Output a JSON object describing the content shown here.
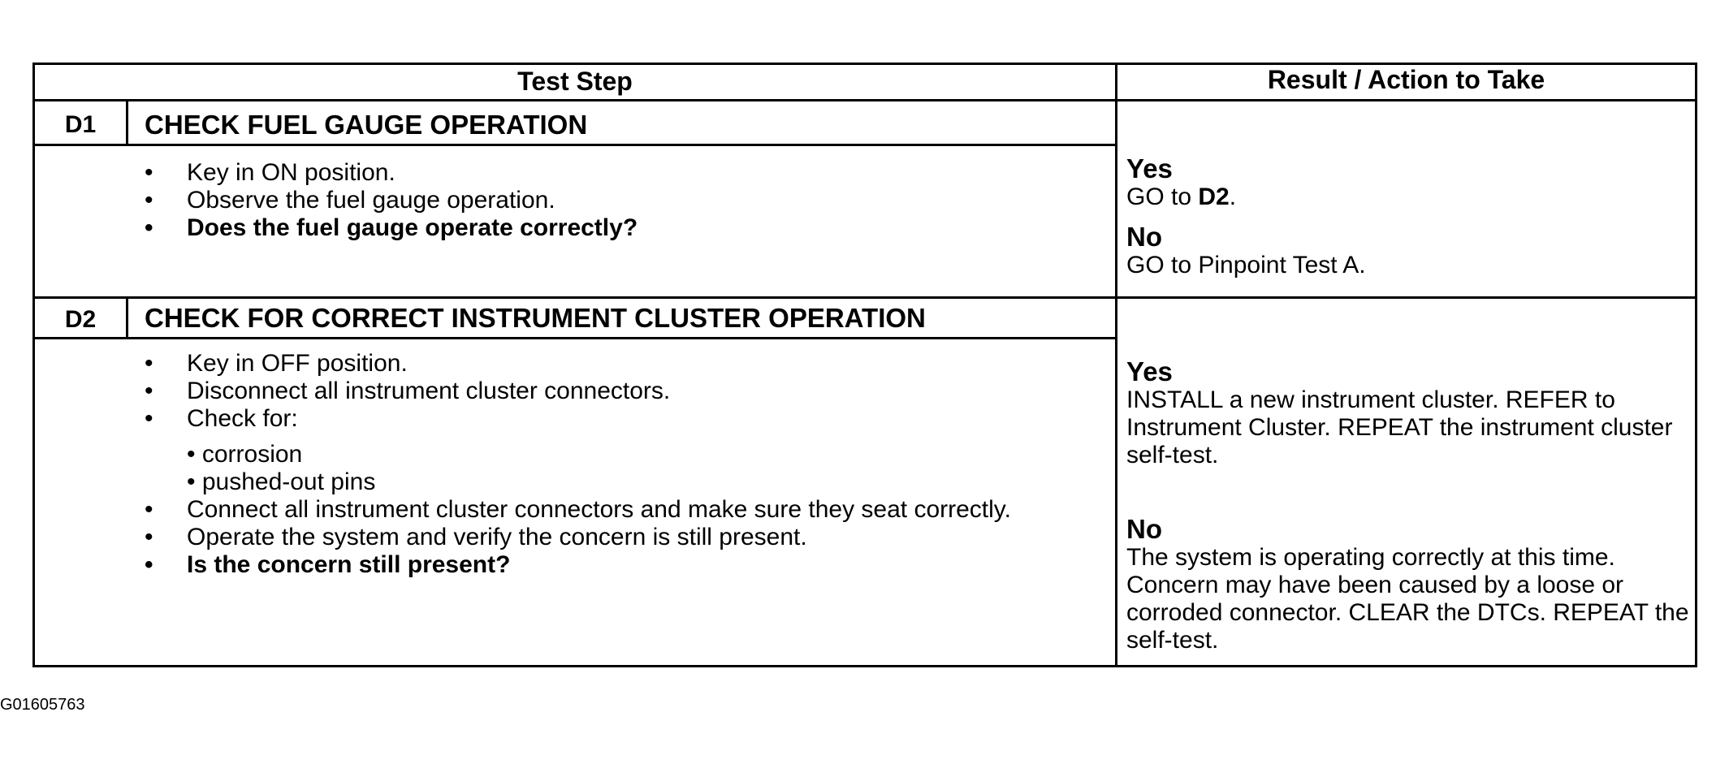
{
  "table": {
    "header": {
      "test_step": "Test Step",
      "result_action": "Result / Action to Take"
    },
    "steps": [
      {
        "id": "D1",
        "title": "CHECK FUEL GAUGE OPERATION",
        "bullets": [
          "Key in ON position.",
          "Observe the fuel gauge operation.",
          "Does the fuel gauge operate correctly?"
        ],
        "result": {
          "yes_label": "Yes",
          "yes_text_prefix": "GO to ",
          "yes_text_bold": "D2",
          "yes_text_suffix": ".",
          "no_label": "No",
          "no_text": "GO to Pinpoint Test A."
        }
      },
      {
        "id": "D2",
        "title": "CHECK FOR CORRECT INSTRUMENT CLUSTER OPERATION",
        "bullets": [
          "Key in OFF position.",
          "Disconnect all instrument cluster connectors.",
          "Check for:",
          "Connect all instrument cluster connectors and make sure they seat correctly.",
          "Operate the system and verify the concern is still present.",
          "Is the concern still present?"
        ],
        "sub_bullets": [
          "corrosion",
          "pushed-out pins"
        ],
        "result": {
          "yes_label": "Yes",
          "yes_text": "INSTALL a new instrument cluster. REFER to Instrument Cluster. REPEAT the instrument cluster self-test.",
          "no_label": "No",
          "no_text": "The system is operating correctly at this time. Concern may have been caused by a loose or corroded connector. CLEAR the DTCs. REPEAT the self-test."
        }
      }
    ]
  },
  "figure_id": "G01605763"
}
